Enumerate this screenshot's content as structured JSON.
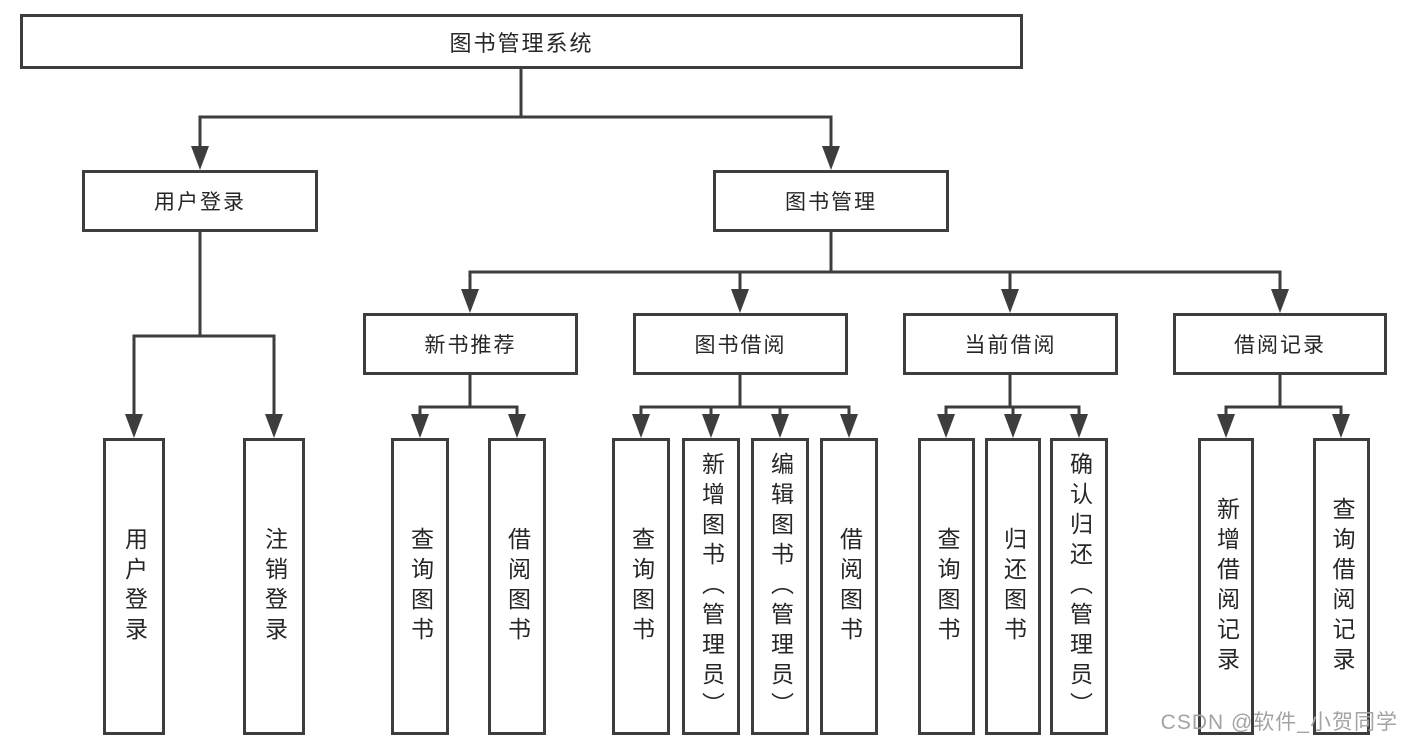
{
  "diagram": {
    "tree": {
      "root": {
        "label": "图书管理系统"
      },
      "branches": [
        {
          "label": "用户登录",
          "children": [
            {
              "label": "用户登录"
            },
            {
              "label": "注销登录"
            }
          ]
        },
        {
          "label": "图书管理",
          "children": [
            {
              "label": "新书推荐",
              "children": [
                {
                  "label": "查询图书"
                },
                {
                  "label": "借阅图书"
                }
              ]
            },
            {
              "label": "图书借阅",
              "children": [
                {
                  "label": "查询图书"
                },
                {
                  "label": "新增图书（管理员）"
                },
                {
                  "label": "编辑图书（管理员）"
                },
                {
                  "label": "借阅图书"
                }
              ]
            },
            {
              "label": "当前借阅",
              "children": [
                {
                  "label": "查询图书"
                },
                {
                  "label": "归还图书"
                },
                {
                  "label": "确认归还（管理员）"
                }
              ]
            },
            {
              "label": "借阅记录",
              "children": [
                {
                  "label": "新增借阅记录"
                },
                {
                  "label": "查询借阅记录"
                }
              ]
            }
          ]
        }
      ]
    },
    "colors": {
      "line": "#3d3d3d",
      "text": "#262626",
      "background": "#ffffff",
      "watermark": "#a3a3a3"
    }
  },
  "watermark": {
    "text": "CSDN @软件_小贺同学"
  }
}
